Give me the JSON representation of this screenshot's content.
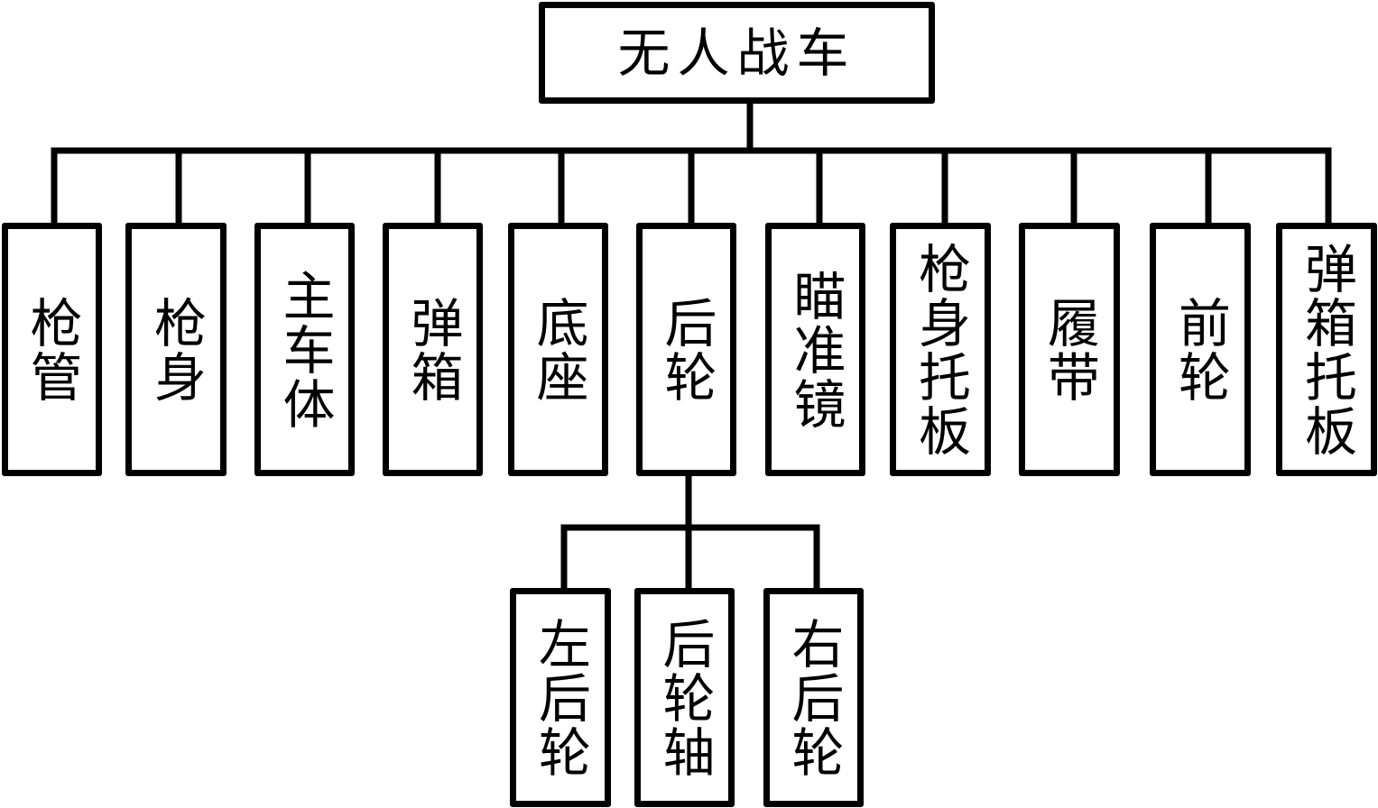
{
  "diagram": {
    "type": "tree",
    "root": {
      "id": "unmanned-combat-vehicle",
      "label": "无人战车",
      "children": [
        {
          "id": "gun-barrel",
          "label": "枪管"
        },
        {
          "id": "gun-body",
          "label": "枪身"
        },
        {
          "id": "main-vehicle-body",
          "label": "主车体"
        },
        {
          "id": "magazine",
          "label": "弹箱"
        },
        {
          "id": "base",
          "label": "底座"
        },
        {
          "id": "rear-wheel",
          "label": "后轮",
          "children": [
            {
              "id": "left-rear-wheel",
              "label": "左后轮"
            },
            {
              "id": "rear-wheel-axle",
              "label": "后轮轴"
            },
            {
              "id": "right-rear-wheel",
              "label": "右后轮"
            }
          ]
        },
        {
          "id": "scope",
          "label": "瞄准镜"
        },
        {
          "id": "gun-body-tray",
          "label": "枪身托板"
        },
        {
          "id": "track",
          "label": "履带"
        },
        {
          "id": "front-wheel",
          "label": "前轮"
        },
        {
          "id": "magazine-tray",
          "label": "弹箱托板"
        }
      ]
    }
  }
}
